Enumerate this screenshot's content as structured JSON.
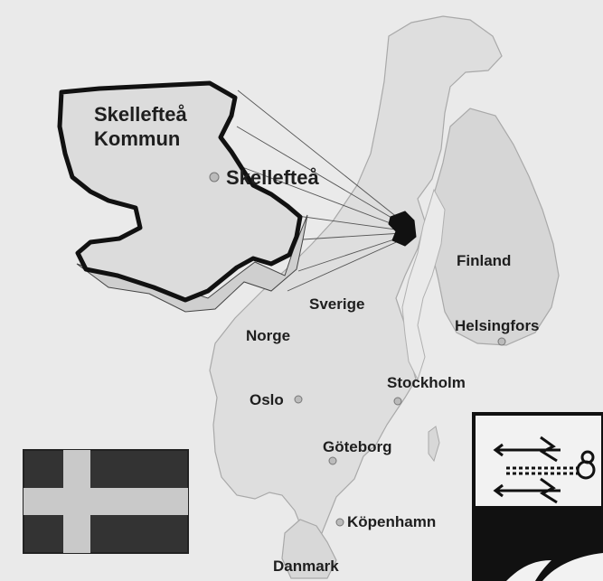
{
  "map": {
    "municipality": {
      "title_line1": "Skellefteå",
      "title_line2": "Kommun",
      "town": "Skellefteå"
    },
    "places": [
      {
        "label": "Finland"
      },
      {
        "label": "Sverige"
      },
      {
        "label": "Norge"
      },
      {
        "label": "Helsingfors"
      },
      {
        "label": "Stockholm"
      },
      {
        "label": "Oslo"
      },
      {
        "label": "Göteborg"
      },
      {
        "label": "Köpenhamn"
      },
      {
        "label": "Danmark"
      }
    ]
  },
  "legend": {
    "flag": "Sweden flag",
    "coat_of_arms": "Skellefteå coat of arms"
  },
  "colors": {
    "background": "#e9e9e9",
    "land": "#dcdcdc",
    "outline": "#111111",
    "flag_field": "#333333",
    "flag_cross": "#c9c9c9"
  }
}
